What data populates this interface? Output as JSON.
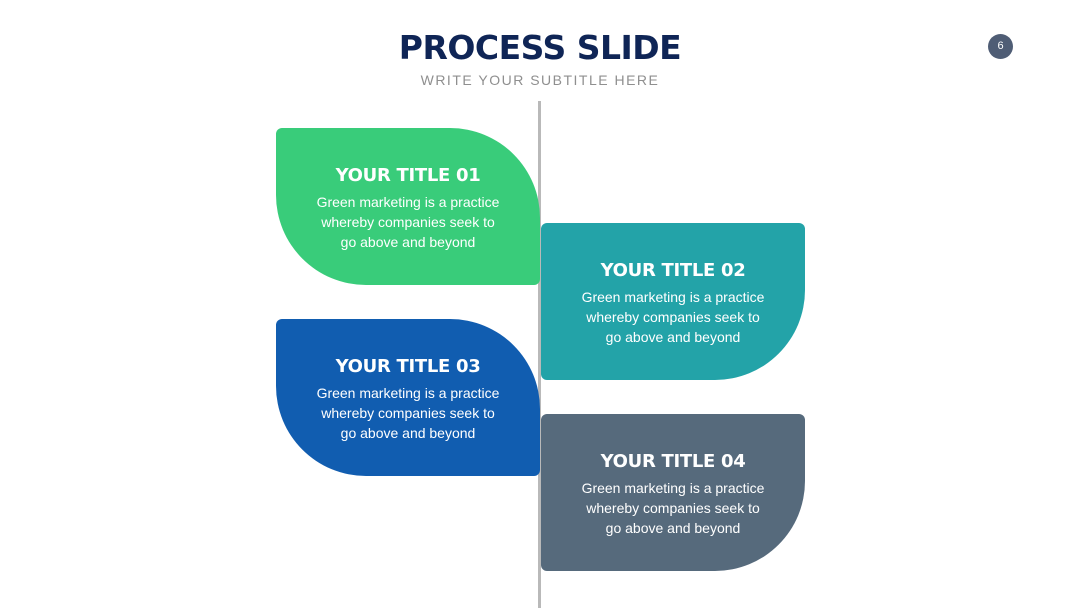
{
  "slide": {
    "title": "PROCESS SLIDE",
    "subtitle": "WRITE YOUR SUBTITLE HERE",
    "page_number": "6"
  },
  "steps": [
    {
      "title": "YOUR TITLE 01",
      "description": "Green marketing is a practice whereby companies seek to go above and beyond",
      "color": "#39cc7a"
    },
    {
      "title": "YOUR TITLE 02",
      "description": "Green marketing is a practice whereby companies seek to go above and beyond",
      "color": "#23a3a8"
    },
    {
      "title": "YOUR TITLE 03",
      "description": "Green marketing is a practice whereby companies seek to go above and beyond",
      "color": "#115db0"
    },
    {
      "title": "YOUR TITLE 04",
      "description": "Green marketing is a practice whereby companies seek to go above and beyond",
      "color": "#566a7c"
    }
  ]
}
